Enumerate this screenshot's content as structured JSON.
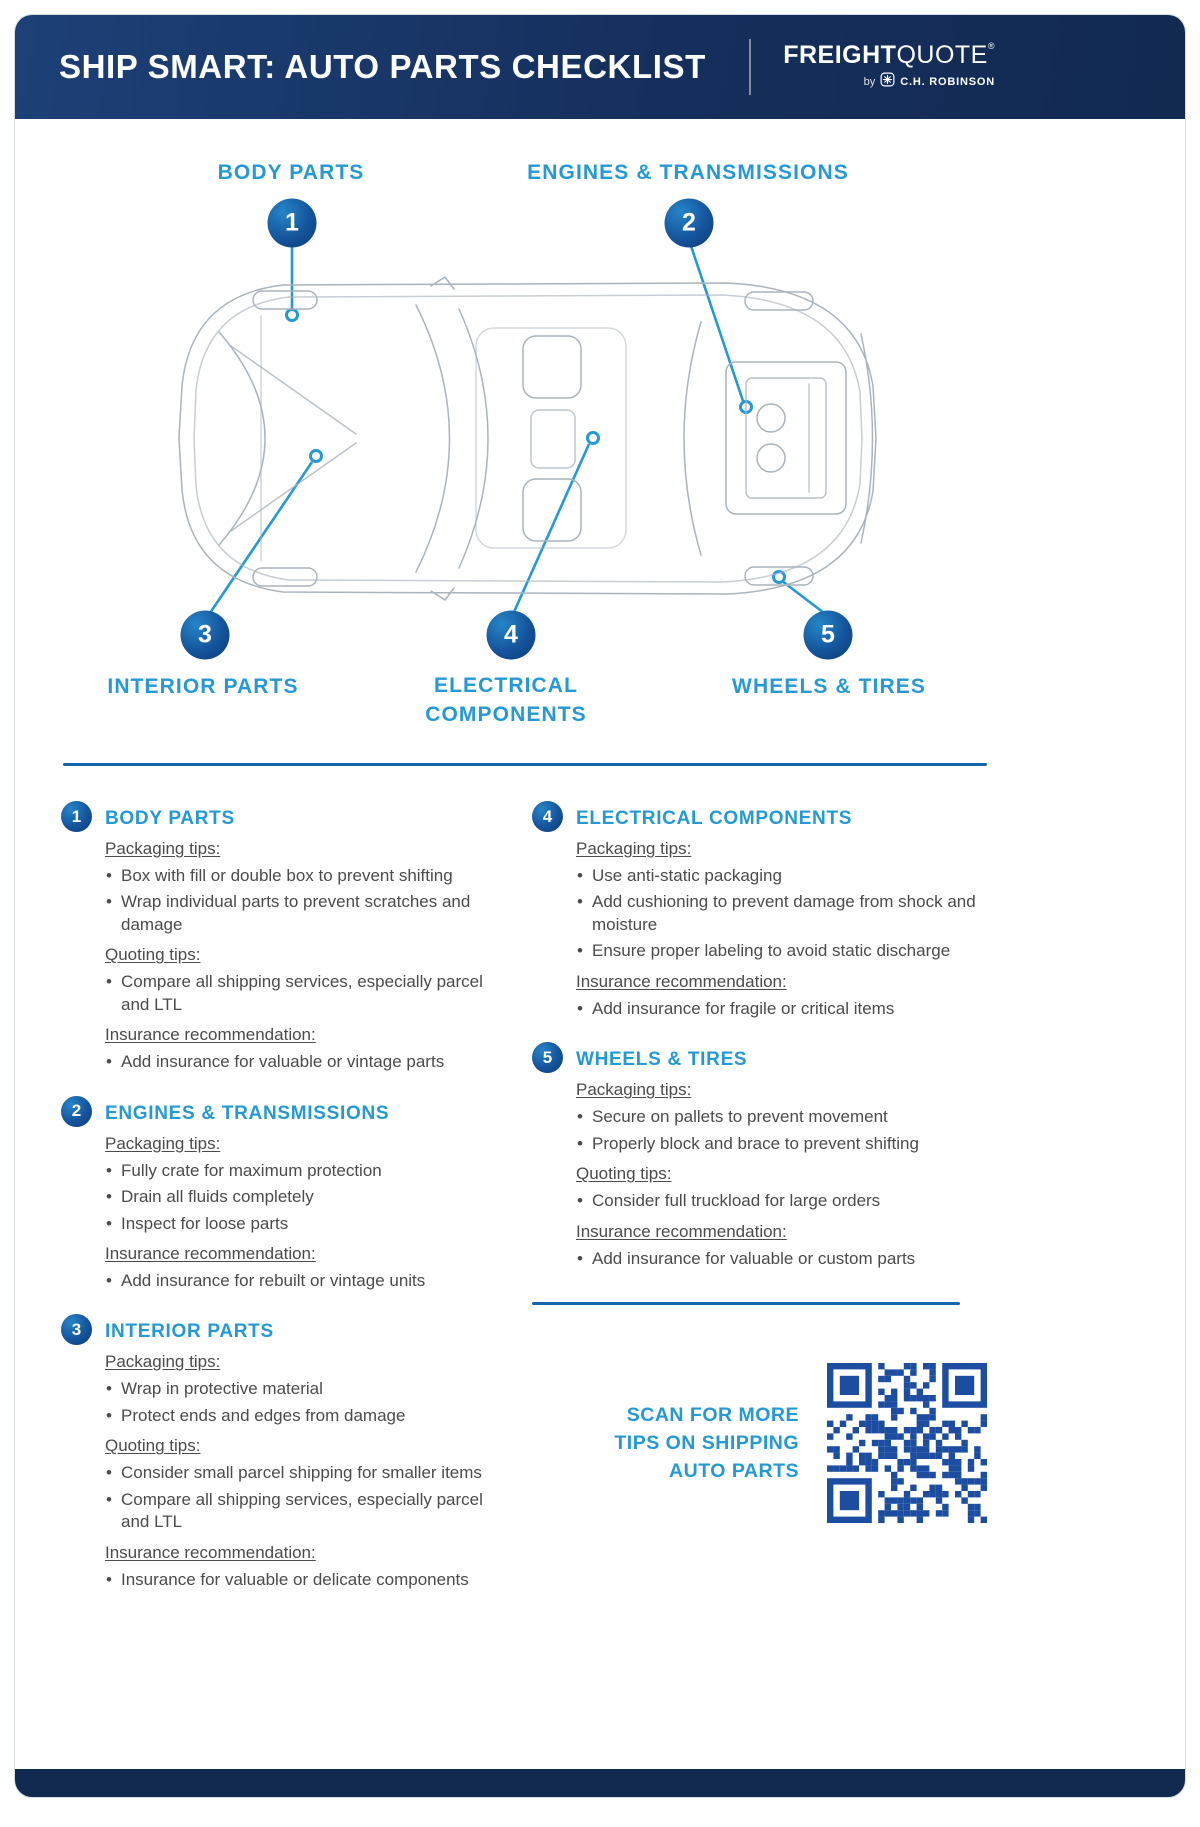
{
  "header": {
    "title": "SHIP SMART: AUTO PARTS CHECKLIST"
  },
  "logo": {
    "brand_bold": "FREIGHT",
    "brand_light": "QUOTE",
    "trademark": "®",
    "byline_by": "by",
    "byline_company": "C.H. ROBINSON"
  },
  "diagram": {
    "callouts": [
      {
        "number": "1",
        "label": "BODY PARTS"
      },
      {
        "number": "2",
        "label": "ENGINES & TRANSMISSIONS"
      },
      {
        "number": "3",
        "label": "INTERIOR PARTS"
      },
      {
        "number": "4",
        "label": "ELECTRICAL COMPONENTS"
      },
      {
        "number": "5",
        "label": "WHEELS & TIRES"
      }
    ]
  },
  "checklist": {
    "left": [
      {
        "number": "1",
        "title": "BODY PARTS",
        "groups": [
          {
            "heading": "Packaging tips:",
            "bullets": [
              "Box with fill or double box to prevent shifting",
              "Wrap individual parts to prevent scratches and damage"
            ]
          },
          {
            "heading": "Quoting tips:",
            "bullets": [
              "Compare all shipping services, especially parcel and LTL"
            ]
          },
          {
            "heading": "Insurance recommendation:",
            "bullets": [
              "Add insurance for valuable or vintage parts"
            ]
          }
        ]
      },
      {
        "number": "2",
        "title": "ENGINES & TRANSMISSIONS",
        "groups": [
          {
            "heading": "Packaging tips:",
            "bullets": [
              "Fully crate for maximum protection",
              "Drain all fluids completely",
              "Inspect for loose parts"
            ]
          },
          {
            "heading": "Insurance recommendation:",
            "bullets": [
              "Add insurance for rebuilt or vintage units"
            ]
          }
        ]
      },
      {
        "number": "3",
        "title": "INTERIOR PARTS",
        "groups": [
          {
            "heading": "Packaging tips:",
            "bullets": [
              "Wrap in protective material",
              "Protect ends and edges from damage"
            ]
          },
          {
            "heading": "Quoting tips:",
            "bullets": [
              "Consider small parcel shipping for smaller items",
              "Compare all shipping services, especially parcel and LTL"
            ]
          },
          {
            "heading": "Insurance recommendation:",
            "bullets": [
              "Insurance for valuable or delicate components"
            ]
          }
        ]
      }
    ],
    "right": [
      {
        "number": "4",
        "title": "ELECTRICAL COMPONENTS",
        "groups": [
          {
            "heading": "Packaging tips:",
            "bullets": [
              "Use anti-static packaging",
              "Add cushioning to prevent damage from shock and moisture",
              "Ensure proper labeling to avoid static discharge"
            ]
          },
          {
            "heading": "Insurance recommendation:",
            "bullets": [
              "Add insurance for fragile or critical items"
            ]
          }
        ]
      },
      {
        "number": "5",
        "title": "WHEELS & TIRES",
        "groups": [
          {
            "heading": "Packaging tips:",
            "bullets": [
              "Secure on pallets to prevent movement",
              "Properly block and brace to prevent shifting"
            ]
          },
          {
            "heading": "Quoting tips:",
            "bullets": [
              "Consider full truckload for large orders"
            ]
          },
          {
            "heading": "Insurance recommendation:",
            "bullets": [
              "Add insurance for valuable or custom parts"
            ]
          }
        ]
      }
    ]
  },
  "qr": {
    "lines": [
      "SCAN FOR MORE",
      "TIPS ON SHIPPING",
      "AUTO PARTS"
    ]
  },
  "colors": {
    "navy": "#122a52",
    "accent_blue": "#2499d6",
    "divider_blue": "#1566ab",
    "badge_dark": "#0c3a78",
    "qr_blue": "#1c4da0",
    "body_text": "#4b4b4b",
    "car_line": "#aab4bd"
  }
}
